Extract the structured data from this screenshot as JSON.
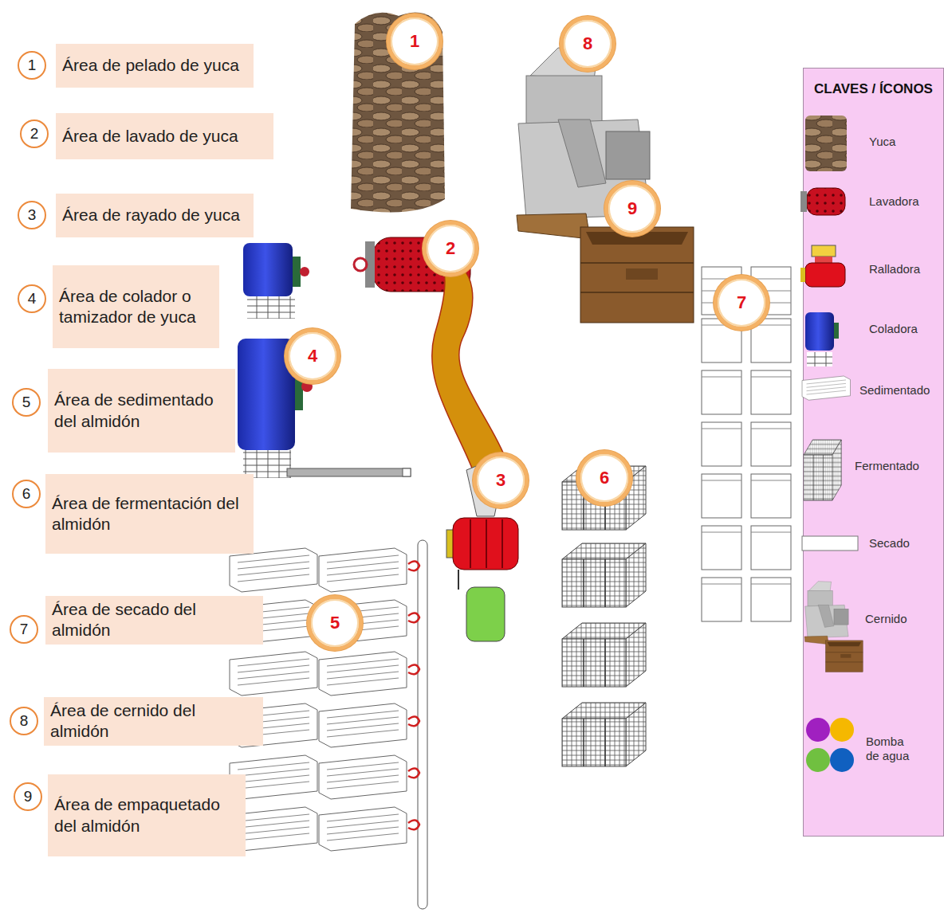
{
  "diagram": {
    "nodes": [
      {
        "text": [
          "1"
        ]
      },
      {
        "text": [
          "Área de pelado de yuca"
        ]
      },
      {
        "text": [
          "2"
        ]
      },
      {
        "text": [
          "Área de lavado de yuca"
        ]
      },
      {
        "text": [
          "3"
        ]
      },
      {
        "text": [
          "Área de rayado de yuca"
        ]
      },
      {
        "text": [
          "4"
        ]
      },
      {
        "text": [
          "Área de colador o tamizador de yuca"
        ]
      },
      {
        "text": [
          "5"
        ]
      },
      {
        "text": [
          "Área de sedimentado del almidón"
        ]
      },
      {
        "text": [
          "6"
        ]
      },
      {
        "text": [
          "Área de fermentación del almidón"
        ]
      },
      {
        "text": [
          "7"
        ]
      },
      {
        "text": [
          "Área de secado del almidón"
        ]
      },
      {
        "text": [
          "8"
        ]
      },
      {
        "text": [
          "Área de cernido del almidón"
        ]
      },
      {
        "text": [
          "9"
        ]
      },
      {
        "text": [
          "Área de empaquetado del almidón"
        ]
      },
      {
        "text": [
          "1"
        ]
      },
      {
        "text": [
          "2"
        ]
      },
      {
        "text": [
          "3"
        ]
      },
      {
        "text": [
          "4"
        ]
      },
      {
        "text": [
          "5"
        ]
      },
      {
        "text": [
          "6"
        ]
      },
      {
        "text": [
          "7"
        ]
      },
      {
        "text": [
          "8"
        ]
      },
      {
        "text": [
          "9"
        ]
      },
      {
        "text": [
          "CLAVES / ÍCONOS"
        ]
      }
    ],
    "legend": [
      {
        "text": "Yuca"
      },
      {
        "text": "Lavadora"
      },
      {
        "text": "Ralladora"
      },
      {
        "text": "Coladora"
      },
      {
        "text": "Sedimentado"
      },
      {
        "text": "Fermentado"
      },
      {
        "text": "Secado"
      },
      {
        "text": "Cernido"
      },
      {
        "text": "Bomba de agua"
      }
    ]
  }
}
